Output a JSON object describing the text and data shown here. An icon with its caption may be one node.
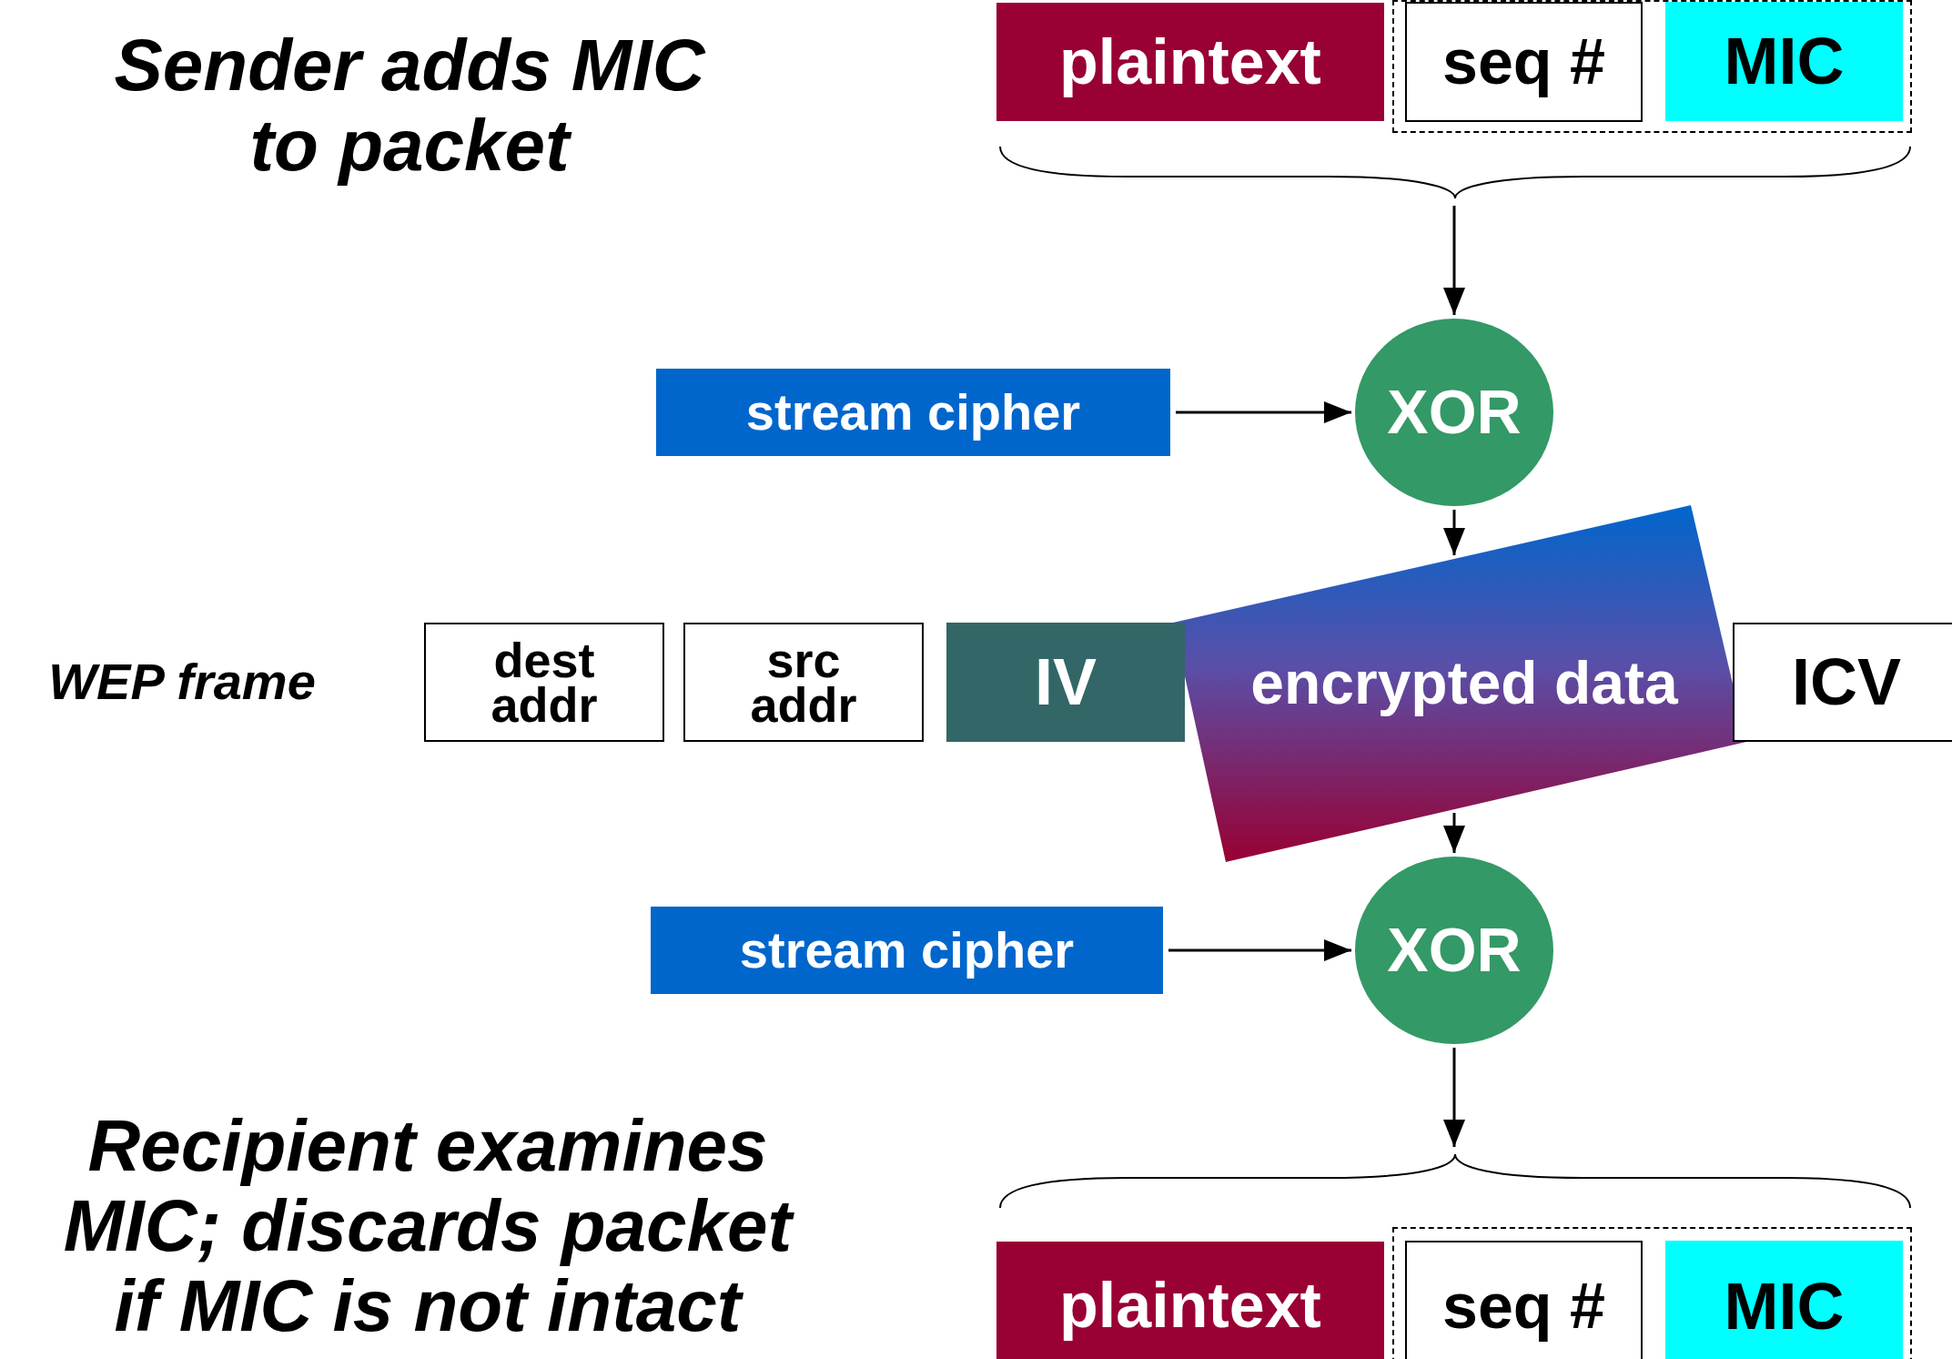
{
  "diagram": {
    "nodes": [
      {
        "text": [
          "plaintext"
        ]
      },
      {
        "text": [],
        "shape": "box"
      },
      {
        "text": [
          "seq #"
        ],
        "in": 1
      },
      {
        "text": [
          "MIC"
        ],
        "in": 1
      },
      {
        "text": [],
        "shape": "brace"
      },
      {
        "text": [
          "stream cipher"
        ]
      },
      {
        "text": [
          "XOR"
        ]
      },
      {
        "text": [
          "dest addr"
        ]
      },
      {
        "text": [
          "src addr"
        ]
      },
      {
        "text": [
          "IV"
        ]
      },
      {
        "text": [
          "encrypted data"
        ]
      },
      {
        "text": [
          "ICV"
        ]
      },
      {
        "text": [
          "stream cipher"
        ]
      },
      {
        "text": [
          "XOR"
        ]
      },
      {
        "text": [],
        "shape": "brace"
      },
      {
        "text": [
          "plaintext"
        ]
      },
      {
        "text": [],
        "shape": "box"
      },
      {
        "text": [
          "seq #"
        ],
        "in": 16
      },
      {
        "text": [
          "MIC"
        ],
        "in": 16
      }
    ],
    "edges": [
      {
        "from": 4,
        "to": 6,
        "arrow": "to"
      },
      {
        "from": 5,
        "to": 6,
        "arrow": "to"
      },
      {
        "from": 6,
        "to": 10,
        "arrow": "to"
      },
      {
        "from": 10,
        "to": 13,
        "arrow": "to"
      },
      {
        "from": 12,
        "to": 13,
        "arrow": "to"
      },
      {
        "from": 13,
        "to": 14,
        "arrow": "to"
      }
    ],
    "labels": [
      "Sender adds MIC to packet",
      "WEP frame",
      "Recipient examines MIC; discards packet if MIC is not intact"
    ]
  }
}
